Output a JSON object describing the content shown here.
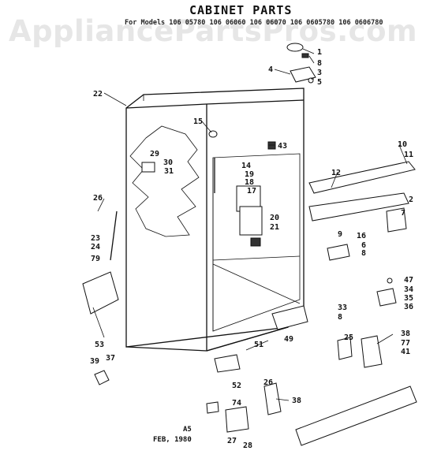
{
  "watermark": "AppliancePartsPros.com",
  "header": {
    "title": "CABINET PARTS",
    "models": "For Models 106 05780 106 06060 106 06070 106 0605780 106 0606780"
  },
  "footer": {
    "code": "A5",
    "date": "FEB, 1980"
  },
  "part_labels": [
    "1",
    "8",
    "3",
    "5",
    "4",
    "22",
    "15",
    "43",
    "10",
    "11",
    "29",
    "30",
    "31",
    "14",
    "12",
    "19",
    "18",
    "17",
    "26",
    "20",
    "21",
    "2",
    "7",
    "9",
    "16",
    "6",
    "8",
    "23",
    "24",
    "79",
    "47",
    "34",
    "35",
    "36",
    "33",
    "8",
    "53",
    "51",
    "49",
    "25",
    "38",
    "77",
    "41",
    "39",
    "37",
    "52",
    "26",
    "74",
    "38",
    "27",
    "28"
  ]
}
